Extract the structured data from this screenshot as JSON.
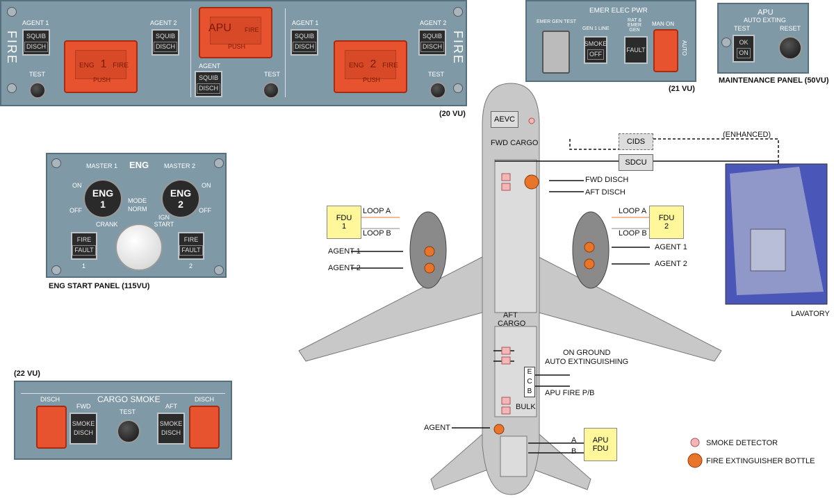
{
  "fire_panel": {
    "caption": "(20 VU)",
    "fire_label": "FIRE",
    "agent1": "AGENT 1",
    "agent2": "AGENT 2",
    "agent": "AGENT",
    "squib": "SQUIB",
    "disch": "DISCH",
    "test": "TEST",
    "eng1_text": "ENG",
    "eng1_num": "1",
    "eng2_num": "2",
    "fire": "FIRE",
    "push": "PUSH",
    "apu": "APU"
  },
  "emer_panel": {
    "caption": "(21 VU)",
    "title": "EMER ELEC PWR",
    "emer_gen_test": "EMER GEN TEST",
    "gen1_line": "GEN 1 LINE",
    "smoke": "SMOKE",
    "off": "OFF",
    "rat_emer_gen": "RAT & EMER GEN",
    "fault": "FAULT",
    "man_on": "MAN ON",
    "auto": "AUTO"
  },
  "maint_panel": {
    "caption": "MAINTENANCE PANEL (50VU)",
    "apu": "APU",
    "auto_exting": "AUTO EXTING",
    "test": "TEST",
    "reset": "RESET",
    "ok": "OK",
    "on": "ON"
  },
  "eng_panel": {
    "caption": "ENG START PANEL (115VU)",
    "master1": "MASTER 1",
    "master2": "MASTER 2",
    "eng": "ENG",
    "on": "ON",
    "off": "OFF",
    "eng1": "ENG",
    "one": "1",
    "two": "2",
    "mode": "MODE",
    "norm": "NORM",
    "crank": "CRANK",
    "ign_start": "IGN START",
    "fire": "FIRE",
    "fault": "FAULT"
  },
  "cargo_panel": {
    "caption": "(22 VU)",
    "title": "CARGO SMOKE",
    "disch": "DISCH",
    "fwd": "FWD",
    "aft": "AFT",
    "test": "TEST",
    "smoke": "SMOKE"
  },
  "diagram": {
    "aevc": "AEVC",
    "fwd_cargo": "FWD CARGO",
    "aft_cargo_1": "AFT",
    "aft_cargo_2": "CARGO",
    "bulk": "BULK",
    "cids": "CIDS",
    "sdcu": "SDCU",
    "enhanced": "(ENHANCED)",
    "fwd_disch": "FWD DISCH",
    "aft_disch": "AFT DISCH",
    "fdu1_a": "FDU",
    "fdu1_b": "1",
    "fdu2_a": "FDU",
    "fdu2_b": "2",
    "loop_a": "LOOP A",
    "loop_b": "LOOP B",
    "agent1": "AGENT 1",
    "agent2": "AGENT 2",
    "on_ground_1": "ON GROUND",
    "on_ground_2": "AUTO EXTINGUISHING",
    "ecb_e": "E",
    "ecb_c": "C",
    "ecb_b": "B",
    "apu_fire_pb": "APU FIRE P/B",
    "agent": "AGENT",
    "apu_fdu_a": "APU",
    "apu_fdu_b": "FDU",
    "line_a": "A",
    "line_b": "B",
    "lavatory": "LAVATORY",
    "legend_smoke": "SMOKE DETECTOR",
    "legend_bottle": "FIRE EXTINGUISHER BOTTLE"
  },
  "colors": {
    "panel": "#7f9aa6",
    "guard": "#e8532f",
    "bottle": "#e8752a",
    "detector": "#f4b6b6",
    "fdu": "#fff79a",
    "aircraft": "#c8c8c8"
  }
}
